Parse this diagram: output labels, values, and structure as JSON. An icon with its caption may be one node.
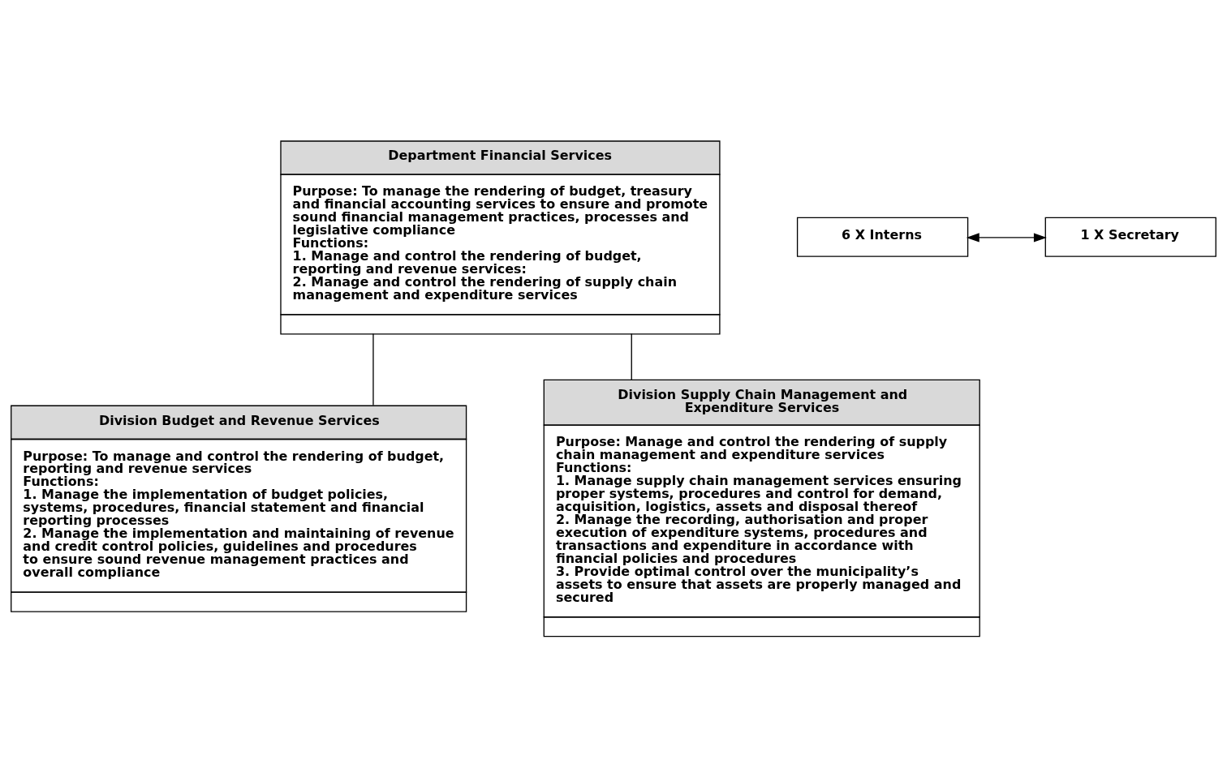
{
  "diagram": {
    "nodes": [
      {
        "text": [
          "Department Financial Services",
          "Purpose: To manage the rendering of budget, treasury and financial accounting services to ensure and promote sound financial management practices, processes and legislative compliance",
          "Functions:",
          "1. Manage and control the rendering of budget, reporting and revenue services:",
          "2. Manage and control the rendering of supply chain management and expenditure services"
        ]
      },
      {
        "text": [
          "6 X Interns"
        ]
      },
      {
        "text": [
          "1 X Secretary"
        ]
      },
      {
        "text": [
          "Division Budget and Revenue Services",
          "Purpose: To manage and control the rendering of budget, reporting and revenue services",
          "Functions:",
          "1. Manage the implementation of budget policies, systems, procedures, financial statement and financial reporting processes",
          "2. Manage the implementation and maintaining of revenue and credit control policies, guidelines and procedures to ensure sound revenue management practices and overall compliance"
        ]
      },
      {
        "text": [
          "Division Supply Chain Management and Expenditure Services",
          "Purpose: Manage and control the rendering of supply chain management and expenditure services",
          "Functions:",
          "1. Manage supply chain management services ensuring proper systems, procedures and control for demand, acquisition, logistics, assets and disposal thereof",
          "2. Manage the recording, authorisation and proper execution of expenditure systems, procedures and transactions and expenditure in accordance with financial policies and procedures",
          "3. Provide optimal control over the municipality’s assets to ensure that assets are properly managed and secured"
        ]
      }
    ],
    "edges": [
      {
        "from": 1,
        "to": 2,
        "arrow": "both"
      },
      {
        "from": 0,
        "to": 3,
        "arrow": "none"
      },
      {
        "from": 0,
        "to": 4,
        "arrow": "none"
      }
    ]
  }
}
